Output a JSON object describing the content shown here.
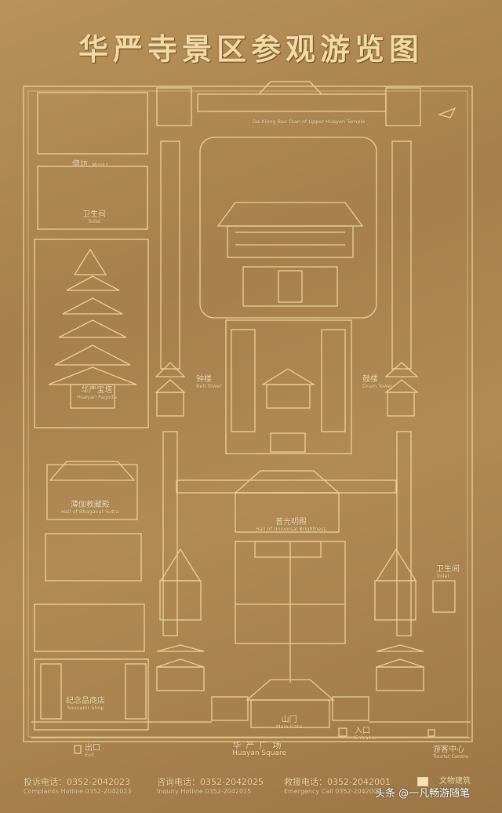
{
  "title": "华严寺景区参观游览图",
  "labels": {
    "main_hall_en": "Da Xiong Bao Dian of Upper Huayan Temple",
    "hall_l": {
      "zh": "僧坊",
      "en": "Monks"
    },
    "toilet_tl": {
      "zh": "卫生间",
      "en": "Toilet"
    },
    "pagoda": {
      "zh": "华严宝塔",
      "en": "Huayan Pagoda"
    },
    "bell_tower": {
      "zh": "钟楼",
      "en": "Bell Tower"
    },
    "drum_tower": {
      "zh": "鼓楼",
      "en": "Drum Tower"
    },
    "bojia": {
      "zh": "薄伽教藏殿",
      "en": "Hall of Bhagavat Sutra"
    },
    "puguang": {
      "zh": "普光明殿",
      "en": "Hall of Universal Brightness"
    },
    "toilet_r": {
      "zh": "卫生间",
      "en": "Toilet"
    },
    "shop": {
      "zh": "纪念品商店",
      "en": "Souvenir Shop"
    },
    "gate": {
      "zh": "山门",
      "en": "Main Gate"
    },
    "exit": {
      "zh": "出口",
      "en": "Exit"
    },
    "entrance": {
      "zh": "入口",
      "en": "Entrance"
    },
    "square": {
      "zh": "华严广场",
      "en": "Huayan Square"
    },
    "tourist_centre": {
      "zh": "游客中心",
      "en": "Tourist Centre"
    }
  },
  "footer": {
    "complaints": {
      "zh": "投诉电话：0352-2042023",
      "en": "Complaints Hotline  0352-2042023"
    },
    "inquiry": {
      "zh": "咨询电话：0352-2042025",
      "en": "Inquiry Hotline  0352-2042025"
    },
    "rescue": {
      "zh": "救援电话：0352-2042001",
      "en": "Emergency Call  0352-2042001"
    },
    "legend": {
      "zh": "文物建筑"
    }
  },
  "watermark": "头条 @一凡畅游随笔",
  "colors": {
    "plate": "#a9834f",
    "line": "#f0d49a",
    "text": "#f6e2b6"
  }
}
